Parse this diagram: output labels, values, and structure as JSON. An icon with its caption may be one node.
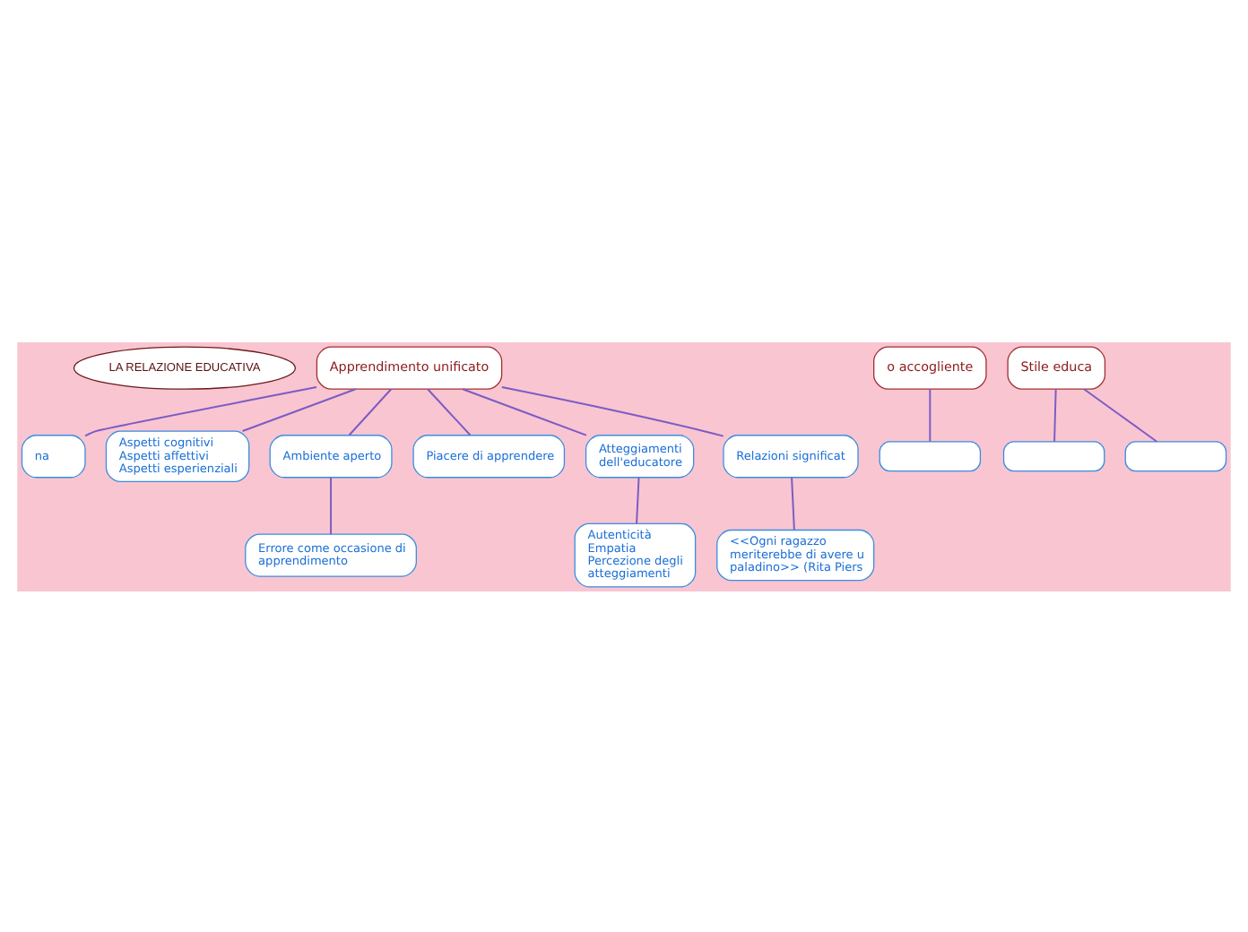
{
  "diagram": {
    "nodes": [
      {
        "text": [
          "LA RELAZIONE EDUCATIVA"
        ]
      },
      {
        "text": [
          "Apprendimento unificato"
        ]
      },
      {
        "text": [
          "na"
        ]
      },
      {
        "text": [
          "Aspetti cognitivi",
          "Aspetti affettivi",
          "Aspetti esperienziali"
        ]
      },
      {
        "text": [
          "Ambiente aperto"
        ]
      },
      {
        "text": [
          "Piacere di apprendere"
        ]
      },
      {
        "text": [
          "Atteggiamenti dell'educatore"
        ]
      },
      {
        "text": [
          "Relazioni significat"
        ]
      },
      {
        "text": [
          "Errore come occasione di apprendimento"
        ]
      },
      {
        "text": [
          "Autenticità",
          "Empatia",
          "Percezione degli atteggiamenti"
        ]
      },
      {
        "text": [
          "<<Ogni ragazzo meriterebbe di avere u paladino>> (Rita Piers"
        ]
      },
      {
        "text": [
          "o accogliente"
        ]
      },
      {
        "text": [],
        "shape": "box"
      },
      {
        "text": [
          "Stile educa"
        ]
      },
      {
        "text": [],
        "shape": "box"
      },
      {
        "text": [],
        "shape": "box"
      }
    ],
    "edges": [
      {
        "from": 1,
        "to": 2,
        "arrow": "none"
      },
      {
        "from": 1,
        "to": 3,
        "arrow": "none"
      },
      {
        "from": 1,
        "to": 4,
        "arrow": "none"
      },
      {
        "from": 1,
        "to": 5,
        "arrow": "none"
      },
      {
        "from": 1,
        "to": 6,
        "arrow": "none"
      },
      {
        "from": 1,
        "to": 7,
        "arrow": "none"
      },
      {
        "from": 4,
        "to": 8,
        "arrow": "none"
      },
      {
        "from": 6,
        "to": 9,
        "arrow": "none"
      },
      {
        "from": 7,
        "to": 10,
        "arrow": "none"
      },
      {
        "from": 11,
        "to": 12,
        "arrow": "none"
      },
      {
        "from": 13,
        "to": 14,
        "arrow": "none"
      },
      {
        "from": 13,
        "to": 15,
        "arrow": "none"
      }
    ]
  }
}
